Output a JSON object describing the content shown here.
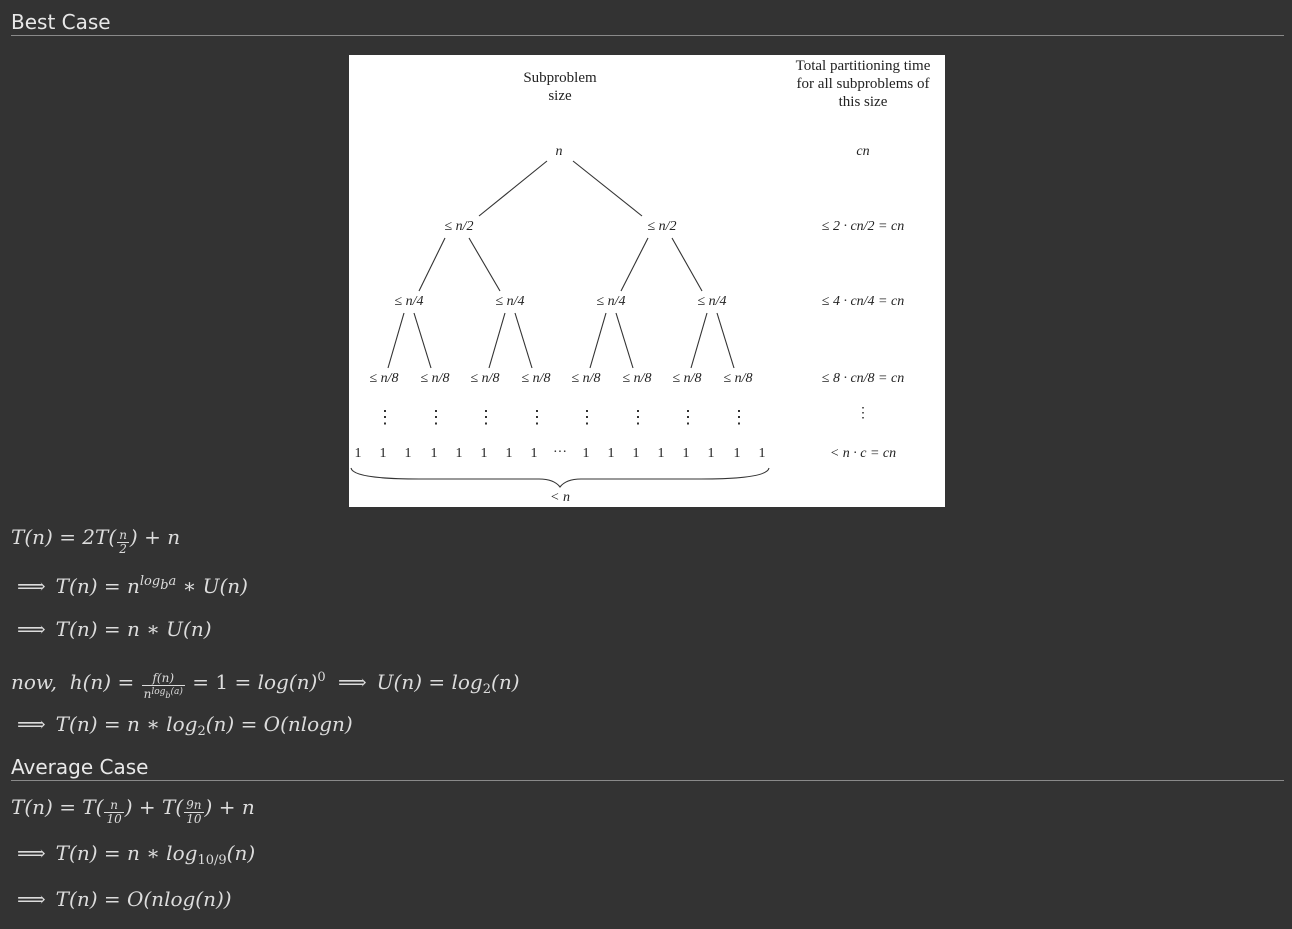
{
  "best_case": {
    "heading": "Best Case",
    "figure": {
      "col_header_left_1": "Subproblem",
      "col_header_left_2": "size",
      "col_header_right_1": "Total partitioning time",
      "col_header_right_2": "for all subproblems of",
      "col_header_right_3": "this size",
      "root_label": "n",
      "level1_label": "≤ n/2",
      "level2_label": "≤ n/4",
      "level3_label": "≤ n/8",
      "leaf_label": "1",
      "ellipsis": "···",
      "vdots": "⋮",
      "bottom_label": "< n",
      "totals": [
        "cn",
        "≤ 2 · cn/2 = cn",
        "≤ 4 · cn/4 = cn",
        "≤ 8 · cn/8 = cn",
        "⋮",
        "< n · c = cn"
      ]
    },
    "equations": {
      "eq1": "T(n) = 2T(n/2) + n",
      "eq2": "⟹ T(n) = n^{log_b a} * U(n)",
      "eq3": "⟹ T(n) = n * U(n)",
      "eq4": "now, h(n) = f(n)/n^{log_b(a)} = 1 = log(n)^0 ⟹ U(n) = log_2(n)",
      "eq5": "⟹ T(n) = n * log_2(n) = O(nlogn)"
    }
  },
  "average_case": {
    "heading": "Average Case",
    "equations": {
      "eq1": "T(n) = T(n/10) + T(9n/10) + n",
      "eq2": "⟹ T(n) = n * log_{10/9}(n)",
      "eq3": "⟹ T(n) = O(nlog(n))"
    }
  }
}
